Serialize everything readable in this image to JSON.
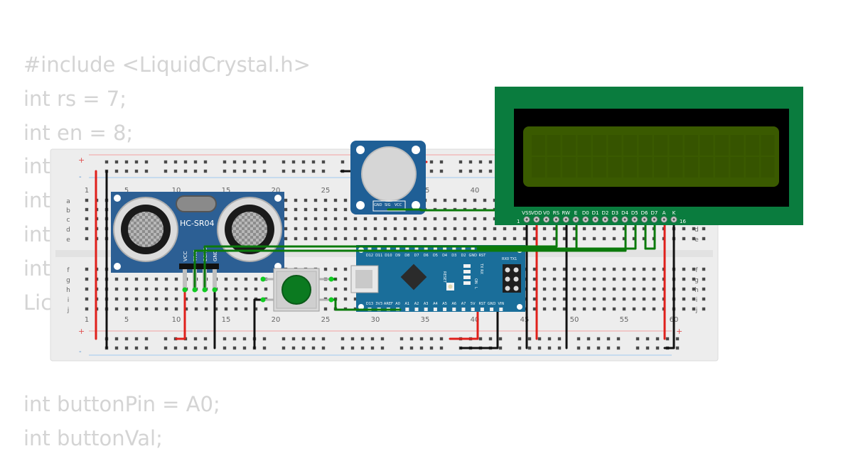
{
  "code": {
    "lines": [
      "#include <LiquidCrystal.h>",
      "int rs = 7;",
      "int en = 8;",
      "int",
      "int",
      "int",
      "int",
      "Lic",
      "",
      "",
      "int buttonPin = A0;",
      "int buttonVal;"
    ]
  },
  "breadboard": {
    "column_numbers": [
      "1",
      "5",
      "10",
      "15",
      "20",
      "25",
      "30",
      "35",
      "40",
      "45",
      "50",
      "55",
      "60"
    ],
    "row_letters_top": [
      "a",
      "b",
      "c",
      "d",
      "e"
    ],
    "row_letters_bottom": [
      "f",
      "g",
      "h",
      "i",
      "j"
    ],
    "rail_plus": "+",
    "rail_minus": "-"
  },
  "sensor": {
    "label": "HC-SR04",
    "pins": [
      "VCC",
      "TRIG",
      "ECHO",
      "GND"
    ]
  },
  "potentiometer": {
    "pins": [
      "GND",
      "SIG",
      "VCC"
    ]
  },
  "lcd": {
    "pins": [
      "VSS",
      "VDD",
      "V0",
      "RS",
      "RW",
      "E",
      "D0",
      "D1",
      "D2",
      "D3",
      "D4",
      "D5",
      "D6",
      "D7",
      "A",
      "K"
    ],
    "pin_first": "1",
    "pin_last": "16"
  },
  "arduino": {
    "top_pins": [
      "D12",
      "D11",
      "D10",
      "D9",
      "D8",
      "D7",
      "D6",
      "D5",
      "D4",
      "D3",
      "D2",
      "GND",
      "RST"
    ],
    "bottom_pins": [
      "D13",
      "3V3",
      "AREF",
      "A0",
      "A1",
      "A2",
      "A3",
      "A4",
      "A5",
      "A6",
      "A7",
      "5V",
      "RST",
      "GND",
      "VIN"
    ],
    "labels": {
      "reset": "RESET",
      "txrx": "TX RX",
      "on": "ON",
      "l": "L",
      "rxtx": "RX0 TX1"
    }
  },
  "colors": {
    "wire_red": "#e0201b",
    "wire_black": "#111111",
    "wire_green": "#0c7a0c",
    "lcd_board": "#0a7c3e",
    "lcd_screen": "#3a5a00",
    "sensor_board": "#2c5f94",
    "arduino_board": "#1a6e9a",
    "code_text": "#d4d4d4"
  }
}
